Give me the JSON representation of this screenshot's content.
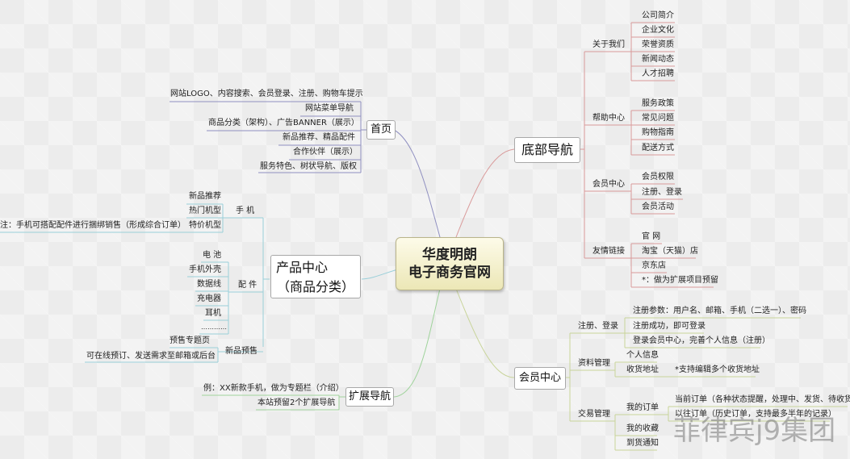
{
  "central": {
    "line1": "华度明朗",
    "line2": "电子商务官网"
  },
  "home": {
    "label": "首页",
    "items": [
      "网站LOGO、内容搜索、会员登录、注册、购物车提示",
      "网站菜单导航",
      "商品分类（架构）、广告BANNER（展示）",
      "新品推荐、精品配件",
      "合作伙伴（展示）",
      "服务特色、树状导航、版权"
    ]
  },
  "products": {
    "label_line1": "产品中心",
    "label_line2": "（商品分类）",
    "phone": {
      "label": "手 机",
      "items": [
        "新品推荐",
        "热门机型",
        "特价机型"
      ],
      "note": "注：手机可搭配配件进行捆绑销售（形成综合订单）"
    },
    "accessories": {
      "label": "配 件",
      "items": [
        "电 池",
        "手机外壳",
        "数据线",
        "充电器",
        "耳机",
        "…………"
      ]
    },
    "presale": {
      "label": "新品预售",
      "items": [
        "预售专题页",
        "可在线预订、发送需求至邮箱或后台"
      ]
    }
  },
  "extension": {
    "label": "扩展导航",
    "items": [
      "例：XX新款手机，做为专题栏（介绍）",
      "本站预留2个扩展导航"
    ]
  },
  "footer": {
    "label": "底部导航",
    "about": {
      "label": "关于我们",
      "items": [
        "公司简介",
        "企业文化",
        "荣誉资质",
        "新闻动态",
        "人才招聘"
      ]
    },
    "help": {
      "label": "帮助中心",
      "items": [
        "服务政策",
        "常见问题",
        "购物指南",
        "配送方式"
      ]
    },
    "member": {
      "label": "会员中心",
      "items": [
        "会员权限",
        "注册、登录",
        "会员活动"
      ]
    },
    "links": {
      "label": "友情链接",
      "items": [
        "官 网",
        "淘宝（天猫）店",
        "京东店",
        "*：做为扩展项目预留"
      ]
    }
  },
  "member": {
    "label": "会员中心",
    "register": {
      "label": "注册、登录",
      "items": [
        "注册参数：用户名、邮箱、手机（二选一）、密码",
        "注册成功，即可登录",
        "登录会员中心，完善个人信息（注册）"
      ]
    },
    "profile": {
      "label": "资料管理",
      "items": [
        "个人信息",
        "收货地址"
      ],
      "address_note": "*支持编辑多个收货地址"
    },
    "trade": {
      "label": "交易管理",
      "orders": {
        "label": "我的订单",
        "items": [
          "当前订单（各种状态提醒，处理中、发货、待收货）",
          "以往订单（历史订单，支持最多半年的记录）"
        ]
      },
      "items": [
        "我的收藏",
        "到货通知"
      ]
    }
  },
  "watermark": "菲律宾j9集团",
  "colors": {
    "home": "#8f8fc0",
    "products": "#9acfd9",
    "extension": "#9fd39b",
    "footer": "#d99a9a",
    "member": "#c8d49a"
  }
}
